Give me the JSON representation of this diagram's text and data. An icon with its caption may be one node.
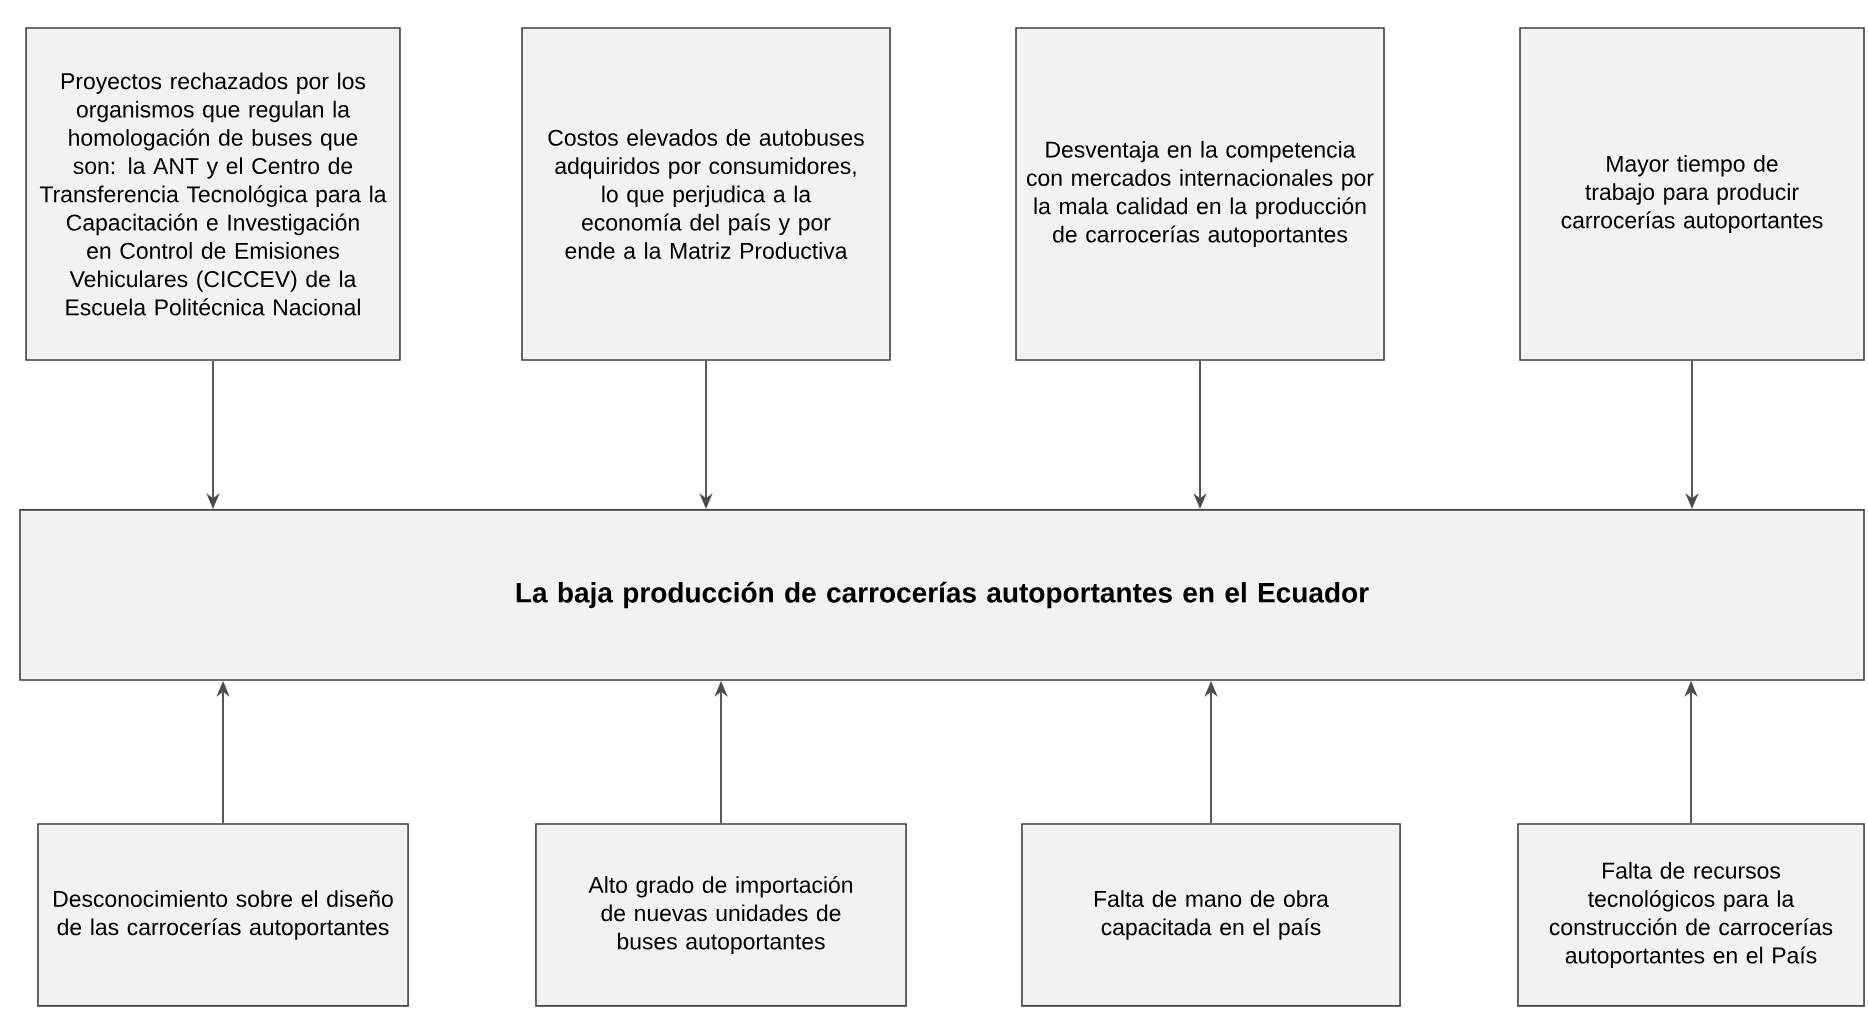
{
  "diagram": {
    "nodes": [
      {
        "text": [
          "Proyectos rechazados por los organismos que regulan la homologación de buses que son: la ANT y el Centro de Transferencia Tecnológica para la Capacitación e Investigación en Control de Emisiones Vehiculares (CICCEV) de la Escuela Politécnica Nacional"
        ]
      },
      {
        "text": [
          "Costos elevados de autobuses adquiridos por consumidores, lo que perjudica a la economía del país y por ende a la Matriz Productiva"
        ]
      },
      {
        "text": [
          "Desventaja en la competencia con mercados internacionales por la mala calidad en la producción de carrocerías autoportantes"
        ]
      },
      {
        "text": [
          "Mayor tiempo de trabajo para producir carrocerías autoportantes"
        ]
      },
      {
        "text": [
          "La baja producción de carrocerías autoportantes en el Ecuador"
        ]
      },
      {
        "text": [
          "Desconocimiento sobre el diseño de las carrocerías autoportantes"
        ]
      },
      {
        "text": [
          "Alto grado de importación de nuevas unidades de buses autoportantes"
        ]
      },
      {
        "text": [
          "Falta de mano de obra capacitada en el país"
        ]
      },
      {
        "text": [
          "Falta de recursos tecnológicos para la construcción de carrocerías autoportantes en el País"
        ]
      }
    ],
    "edges": [
      {
        "from": 0,
        "to": 4,
        "arrow": "to"
      },
      {
        "from": 1,
        "to": 4,
        "arrow": "to"
      },
      {
        "from": 2,
        "to": 4,
        "arrow": "to"
      },
      {
        "from": 3,
        "to": 4,
        "arrow": "to"
      },
      {
        "from": 5,
        "to": 4,
        "arrow": "to"
      },
      {
        "from": 6,
        "to": 4,
        "arrow": "to"
      },
      {
        "from": 7,
        "to": 4,
        "arrow": "to"
      },
      {
        "from": 8,
        "to": 4,
        "arrow": "to"
      }
    ]
  }
}
